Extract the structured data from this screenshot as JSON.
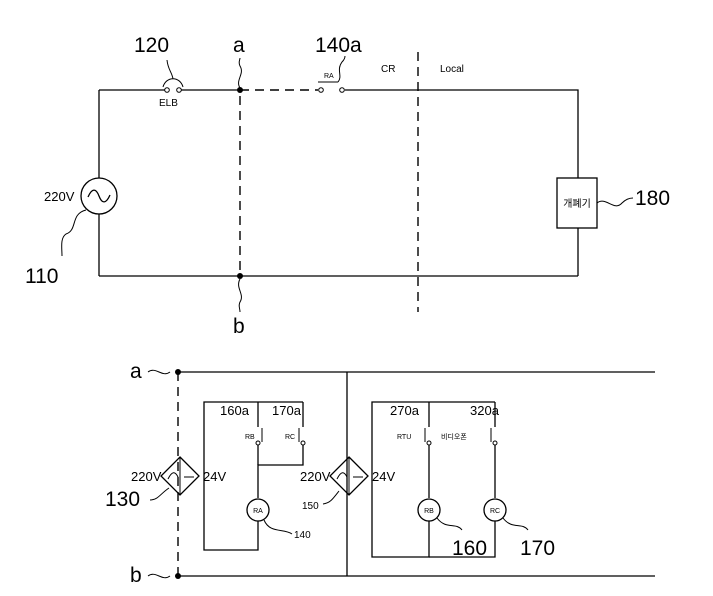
{
  "top_circuit": {
    "ref_elb": "120",
    "elb_label": "ELB",
    "node_a": "a",
    "node_b": "b",
    "ref_contact_a": "140a",
    "contact_a_label": "RA",
    "cr_label": "CR",
    "local_label": "Local",
    "source_voltage": "220V",
    "ref_source": "110",
    "switch_label": "개폐기",
    "ref_switch": "180"
  },
  "bottom_circuit": {
    "node_a": "a",
    "node_b": "b",
    "ref_conv1": "130",
    "conv1_in": "220V",
    "conv1_out": "24V",
    "ref_contact_160a": "160a",
    "contact_160a_label": "RB",
    "ref_contact_170a": "170a",
    "contact_170a_label": "RC",
    "relay_a_label": "RA",
    "ref_relay_a": "140",
    "ref_conv2": "150",
    "conv2_in": "220V",
    "conv2_out": "24V",
    "ref_contact_270a": "270a",
    "contact_270a_label": "RTU",
    "ref_contact_320a": "320a",
    "contact_320a_label": "비디오폰",
    "relay_b_label": "RB",
    "ref_relay_b": "160",
    "relay_c_label": "RC",
    "ref_relay_c": "170"
  }
}
